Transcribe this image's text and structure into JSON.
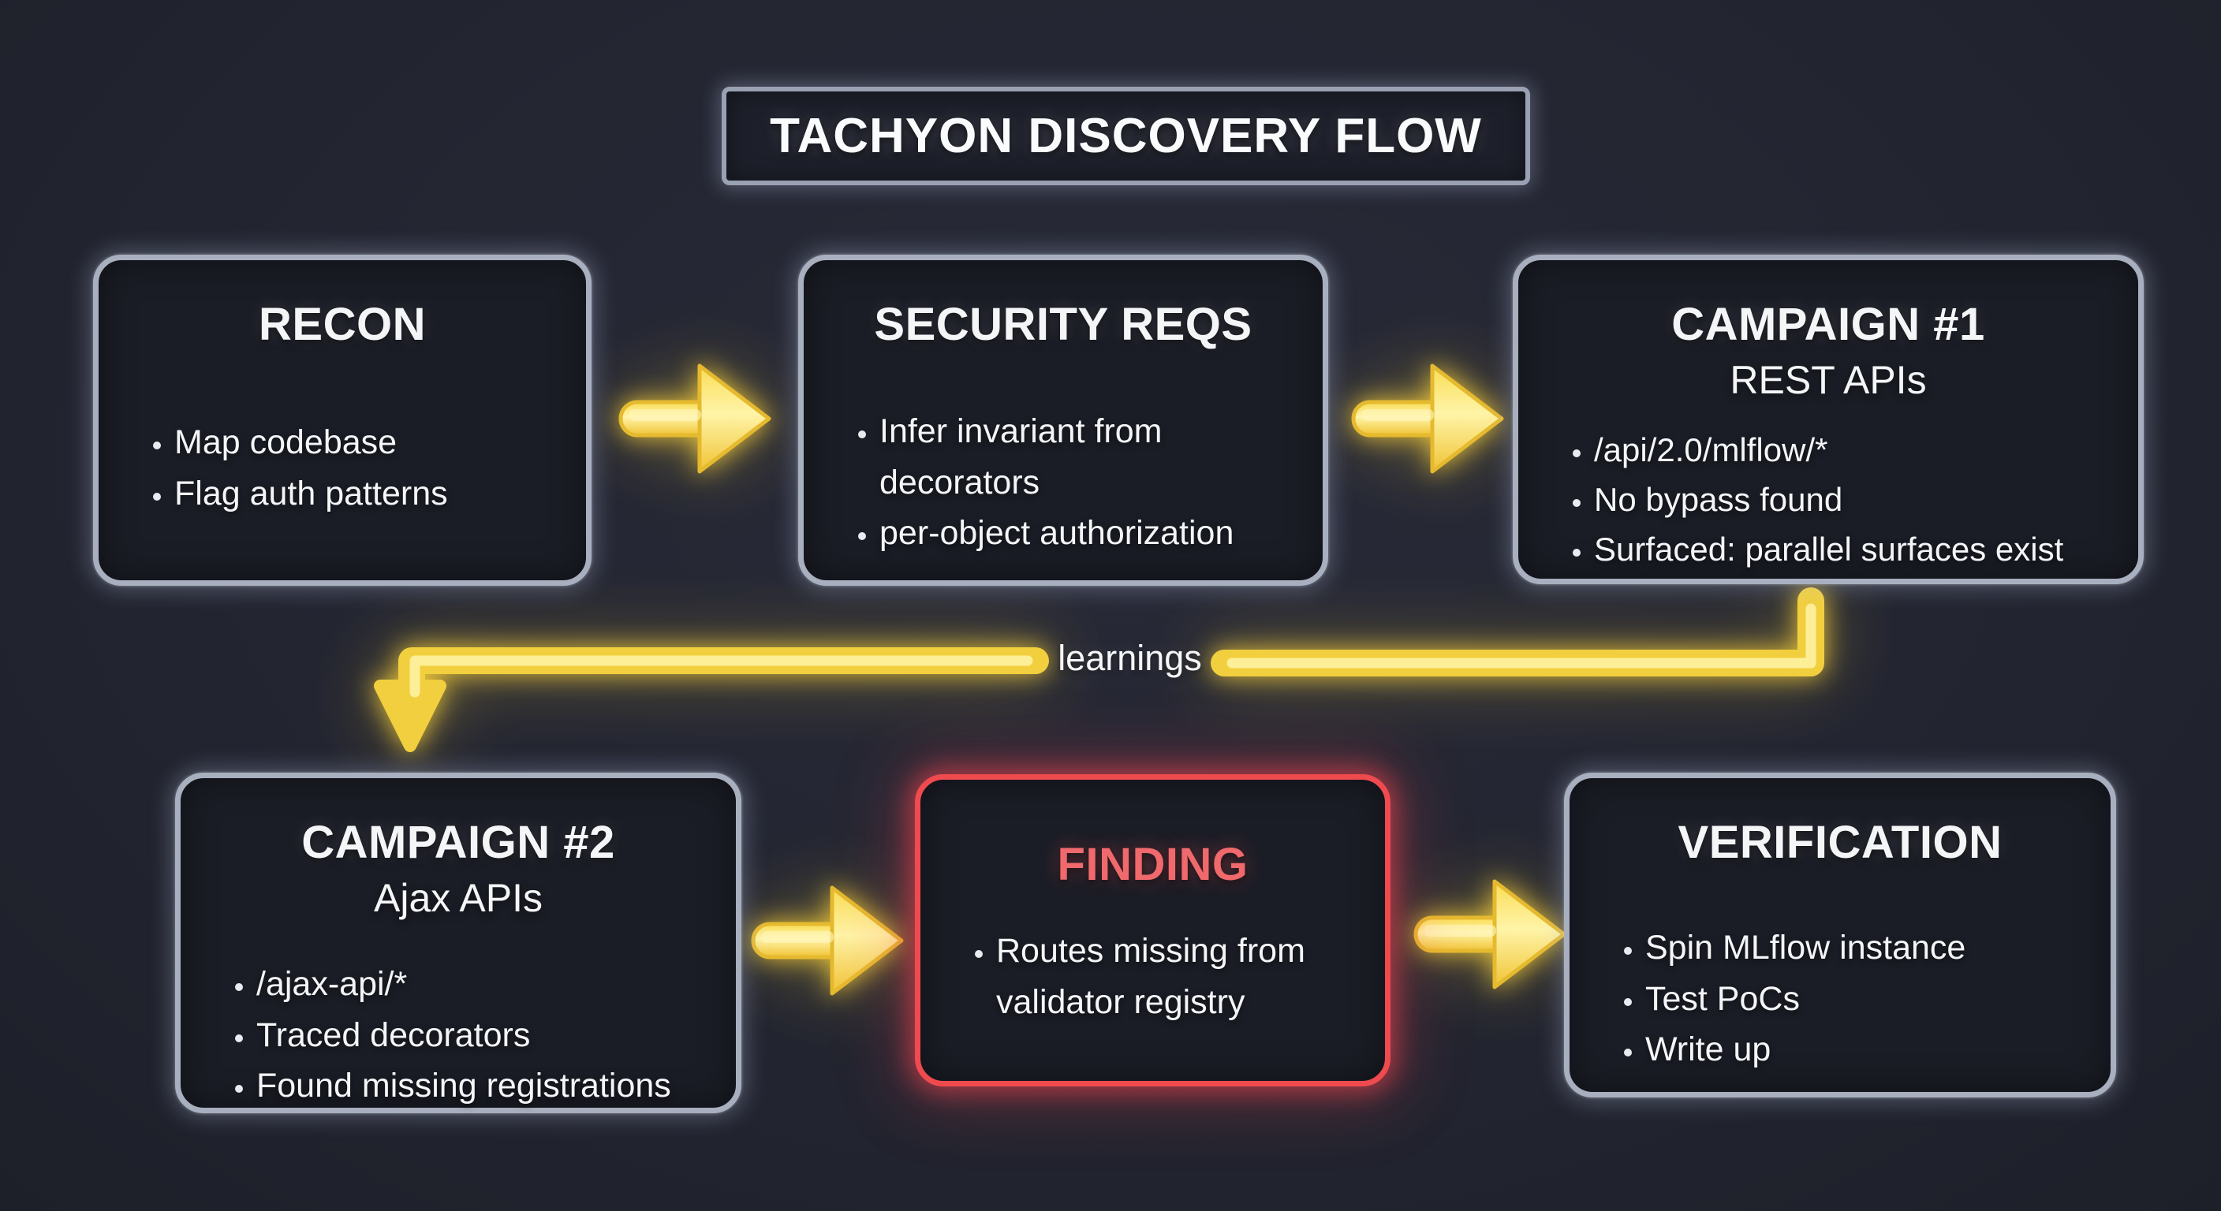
{
  "title": "TACHYON DISCOVERY FLOW",
  "nodes": {
    "recon": {
      "title": "RECON",
      "bullets": [
        "Map codebase",
        "Flag auth patterns"
      ]
    },
    "security_reqs": {
      "title": "SECURITY REQS",
      "bullets": [
        "Infer invariant from decorators",
        "per-object authorization"
      ]
    },
    "campaign1": {
      "title": "CAMPAIGN #1",
      "subtitle": "REST APIs",
      "bullets": [
        "/api/2.0/mlflow/*",
        "No bypass found",
        "Surfaced: parallel surfaces exist"
      ]
    },
    "campaign2": {
      "title": "CAMPAIGN #2",
      "subtitle": "Ajax APIs",
      "bullets": [
        "/ajax-api/*",
        "Traced decorators",
        "Found missing registrations"
      ]
    },
    "finding": {
      "title": "FINDING",
      "bullets": [
        "Routes missing from validator registry"
      ]
    },
    "verification": {
      "title": "VERIFICATION",
      "bullets": [
        "Spin MLflow instance",
        "Test PoCs",
        "Write up"
      ]
    }
  },
  "edges": [
    {
      "from": "recon",
      "to": "security_reqs"
    },
    {
      "from": "security_reqs",
      "to": "campaign1"
    },
    {
      "from": "campaign1",
      "to": "campaign2",
      "label": "learnings"
    },
    {
      "from": "campaign2",
      "to": "finding"
    },
    {
      "from": "finding",
      "to": "verification"
    }
  ],
  "labels": {
    "feedback": "learnings"
  },
  "colors": {
    "background": "#232531",
    "box_fill": "#1b1d26",
    "box_border": "#a8afbf",
    "arrow_yellow": "#f2cf3e",
    "finding_red": "#ef4b4f",
    "finding_title": "#f0696c",
    "text": "#f4f5f7"
  }
}
